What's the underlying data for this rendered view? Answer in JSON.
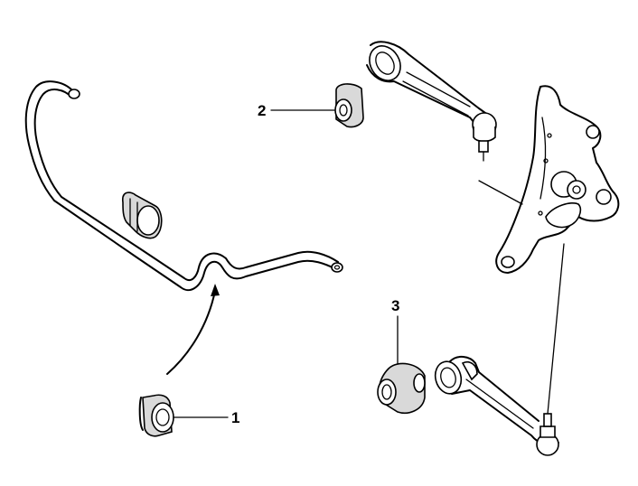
{
  "callouts": [
    {
      "id": "1",
      "label": "1"
    },
    {
      "id": "2",
      "label": "2"
    },
    {
      "id": "3",
      "label": "3"
    }
  ],
  "colors": {
    "line": "#000000",
    "background": "#ffffff",
    "shade": "#d9d9d9"
  }
}
